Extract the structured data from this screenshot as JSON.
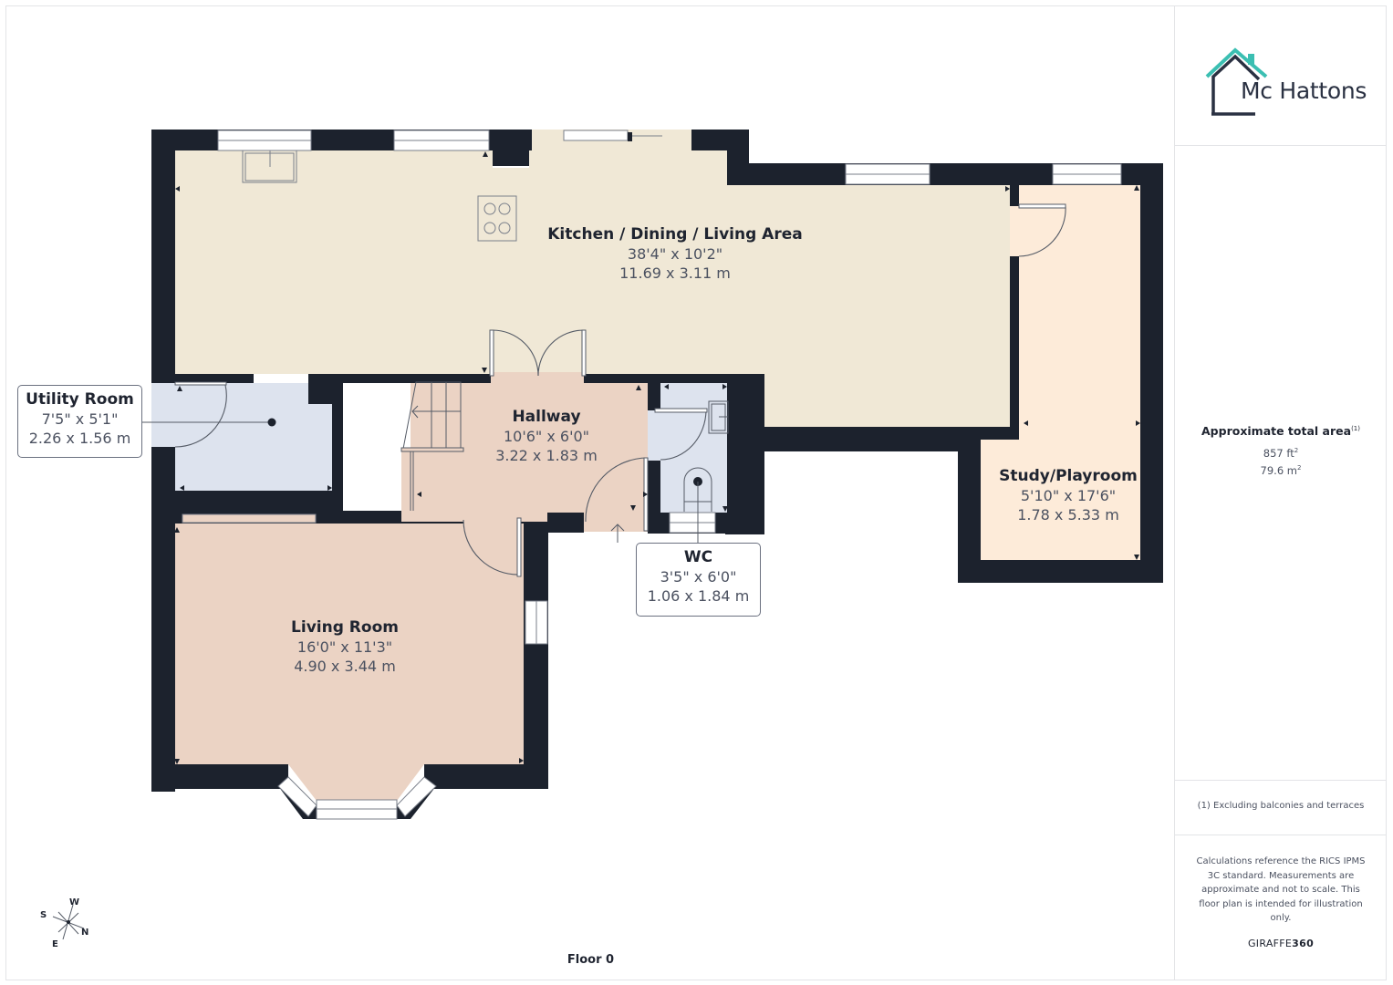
{
  "brand": {
    "logo_text": "Mc Hattons",
    "logo_roof_color": "#3bbfb2",
    "logo_house_color": "#2a3142",
    "provider_prefix": "GIRAFFE",
    "provider_suffix": "360"
  },
  "summary": {
    "title": "Approximate total area",
    "footnote_marker": "(1)",
    "area_ft": "857 ft",
    "area_m": "79.6 m",
    "area_unit_sup": "2",
    "footnote": "(1) Excluding balconies and terraces",
    "disclaimer": "Calculations reference the RICS IPMS 3C standard. Measurements are approximate and not to scale. This floor plan is intended for illustration only."
  },
  "floor": {
    "label": "Floor 0"
  },
  "compass": {
    "w": "W",
    "s": "S",
    "n": "N",
    "e": "E"
  },
  "colors": {
    "wall": "#1c222d",
    "kitchen": "#f0e8d6",
    "study": "#fdebd9",
    "hallway": "#ebd3c4",
    "living": "#ebd3c4",
    "utility": "#dde3ee",
    "wc": "#dde3ee"
  },
  "rooms": [
    {
      "id": "kitchen",
      "name": "Kitchen / Dining / Living Area",
      "dim_imperial": "38'4\" x 10'2\"",
      "dim_metric": "11.69 x 3.11 m"
    },
    {
      "id": "study",
      "name": "Study/Playroom",
      "dim_imperial": "5'10\" x 17'6\"",
      "dim_metric": "1.78 x 5.33 m"
    },
    {
      "id": "hallway",
      "name": "Hallway",
      "dim_imperial": "10'6\" x 6'0\"",
      "dim_metric": "3.22 x 1.83 m"
    },
    {
      "id": "living",
      "name": "Living Room",
      "dim_imperial": "16'0\" x 11'3\"",
      "dim_metric": "4.90 x 3.44 m"
    },
    {
      "id": "utility",
      "name": "Utility Room",
      "dim_imperial": "7'5\" x 5'1\"",
      "dim_metric": "2.26 x 1.56 m"
    },
    {
      "id": "wc",
      "name": "WC",
      "dim_imperial": "3'5\" x 6'0\"",
      "dim_metric": "1.06 x 1.84 m"
    }
  ]
}
